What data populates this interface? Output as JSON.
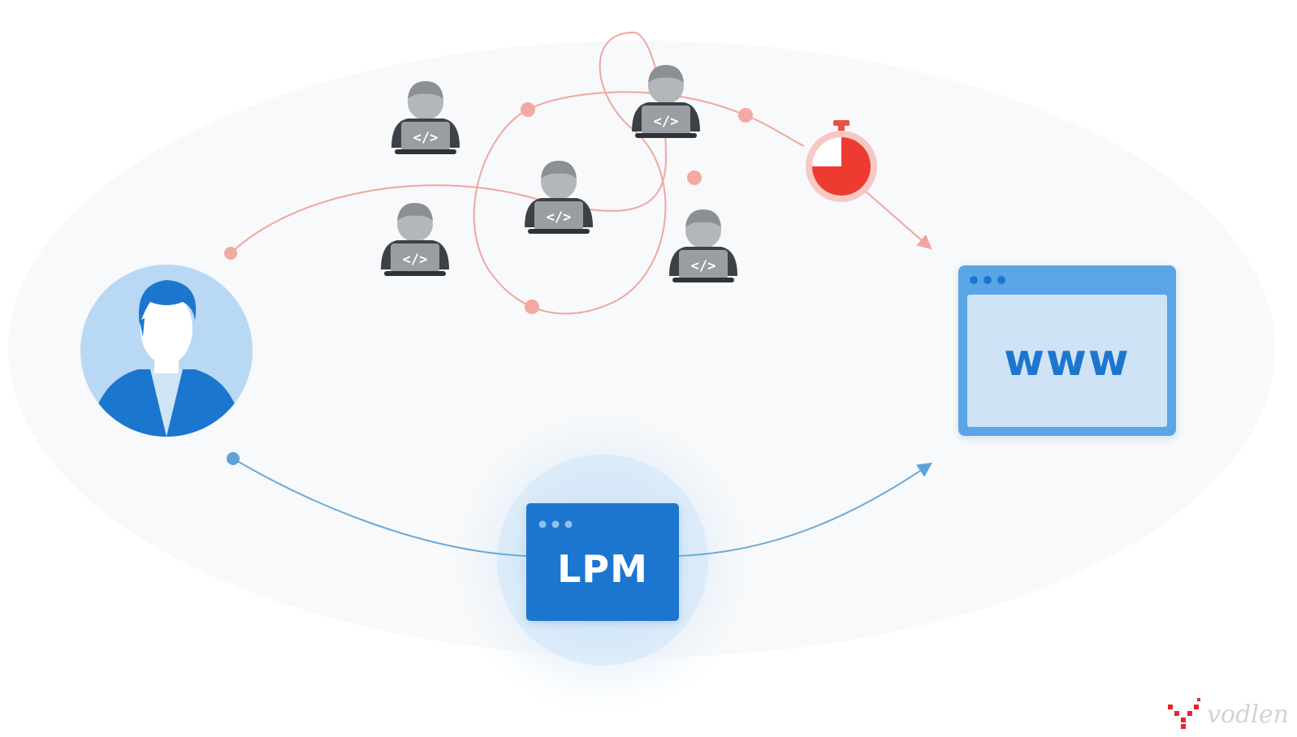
{
  "diagram": {
    "lpm_box": {
      "label": "LPM"
    },
    "website_box": {
      "label": "www"
    },
    "user": {
      "icon": "user-avatar-icon"
    },
    "developers": [
      {
        "icon": "developer-laptop-icon",
        "code": "</>"
      },
      {
        "icon": "developer-laptop-icon",
        "code": "</>"
      },
      {
        "icon": "developer-laptop-icon",
        "code": "</>"
      },
      {
        "icon": "developer-laptop-icon",
        "code": "</>"
      },
      {
        "icon": "developer-laptop-icon",
        "code": "</>"
      }
    ],
    "timer": {
      "icon": "stopwatch-icon"
    },
    "colors": {
      "red_path": "#f0a6a0",
      "blue_path": "#6aa9d8",
      "primary_blue": "#1b76cf",
      "light_blue": "#c7dff5",
      "timer_red": "#ee3b32",
      "developer_gray": "#8a8d91"
    }
  },
  "watermark": {
    "text": "vodlen"
  }
}
